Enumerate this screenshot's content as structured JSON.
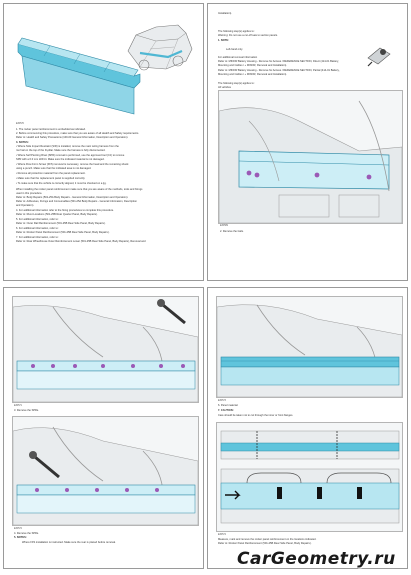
{
  "page1": {
    "caption": "E30570",
    "lines": [
      "1.  The rocker panel reinforcement is embedded as indicated.",
      "2.  Before commencing this procedure, make sure that you are aware of all Health and Safety requirements.",
      "    Refer to: Health and Safety Precautions (100-00 General Information, Description and Operation).",
      "3.  NOTES:",
      "    •  Where Side Impact Restraint (SIR) is installed, remove the main wiring harness from the",
      "       roof rail on the top of the D-pillar. Make sure the harness is fully disconnected.",
      "    •  Where Self Piercing Rivet (SPR) removal is performed, use the approved tool (CJ) to remove",
      "       SPR with a 6.0 mm drill bit. Make sure the indicated material is not damaged.",
      "    •  Where Flow Form Screw (FFS) removal is necessary, remove the head and the remaining shank",
      "       using a punch. Make sure that the indicated area is not damaged.",
      "    •  Remove all protection material from the panel replacement.",
      "    •  Make sure that the replacement panel is supplied correctly.",
      "    •  To make sure that the vehicle is correctly aligned, it must be checked on a jig.",
      "When installing the rocker panel reinforcement make sure that you are aware of the methods, tools and fixings",
      "used in this procedure.",
      "    Refer to: Body Repairs (501-25A Body Repairs - General Information, Description and Operation).",
      "    Refer to: Adhesives, Fixings and Consumables (501-25A Body Repairs - General Information, Description",
      "    and Operation).",
      "4.  For additional information refer to the fixing procedures to complete this procedure.",
      "    Refer to: Rivet Locations (501-25B Rear Quarter Panel, Body Repairs).",
      "5.  For additional information, refer to:",
      "    Refer to: Outer Rail Reinforcement (501-25B Rear Side Panel, Body Repairs).",
      "6.  For additional information, refer to:",
      "    Refer to: Rocker Panel Reinforcement (501-25B Rear Side Panel, Body Repairs).",
      "7.  For additional information, refer to:",
      "    Refer to: Rear Wheelhouse Outer Reinforcement Lower (501-25B Rear Side Panel, Body Repairs), Removal and"
    ]
  },
  "page2": {
    "lines_top": [
      "    Installation).",
      "",
      "The following step(s) applies to:",
      "Warning: Do not use a cut-off saw to section panels.",
      "   1.  NOTE:",
      "",
      "   Left-hand only.",
      "",
      "   For additional removal information",
      "   Refer to: MINOR Battery Housing - Remove for Access / REFERENCE SECTION, Direct (414-01 Battery,",
      "   Mounting and Cables / + MINOR, Removal and Installation).",
      "   Refer to: MINOR Battery Housing - Remove for Access / REFERENCE SECTION, Partial (414-01 Battery,",
      "   Mounting and Cables / + MINOR, Removal and Installation).",
      "",
      "The following step(s) applies to:",
      "All vehicles"
    ],
    "caption": "E30589",
    "step": "2.  Remove the trails."
  },
  "page3": {
    "caption1": "E30571",
    "step3": "3.  Remove the SPRs.",
    "caption2": "E30572",
    "step4a": "4.  Remove the SPRs.",
    "step4b": "5.  NOTES:",
    "step4c": "Where FFS installation is instructed. Make sure the rear is planed before removal."
  },
  "page4": {
    "caption1": "E30573",
    "step6": "6.  Panel material.",
    "step7": "7.  CAUTION:",
    "step7b": "Care should be taken not to cut through the inner or front flanges.",
    "caption2": "E30574",
    "step8": "Measure, mark and remove the rocker panel reinforcement on the locations indicated.",
    "step8b": "    Refer to: Rocker Panel Reinforcement (501-25B Rear Side Panel, Body Repairs)."
  },
  "watermark": "CarGeometry.ru",
  "colors": {
    "panel_blue": "#5fc4dc",
    "panel_blue_dark": "#2f8aa6",
    "spot": "#9b59b6",
    "frame": "#9a9a9a"
  }
}
